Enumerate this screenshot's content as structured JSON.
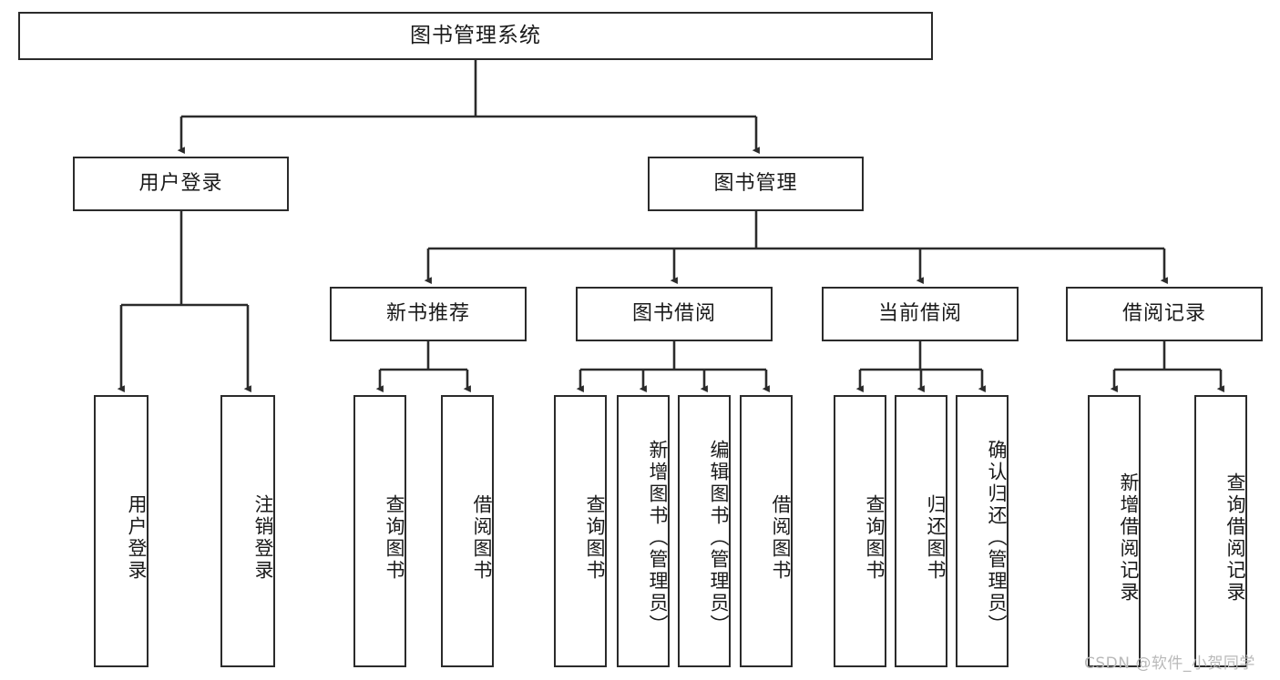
{
  "diagram": {
    "title": "图书管理系统",
    "type": "tree-structure-chart",
    "watermark": "CSDN @软件_小贺同学",
    "colors": {
      "stroke": "#2b2b2b",
      "fill": "#ffffff",
      "text": "#1a1a1a",
      "watermark": "#b9b9b9"
    },
    "nodes": {
      "root": {
        "label": "图书管理系统"
      },
      "level2": [
        {
          "label": "用户登录"
        },
        {
          "label": "图书管理"
        }
      ],
      "level3": [
        {
          "label": "新书推荐"
        },
        {
          "label": "图书借阅"
        },
        {
          "label": "当前借阅"
        },
        {
          "label": "借阅记录"
        }
      ],
      "leaves": {
        "user_login": [
          {
            "label": "用户登录"
          },
          {
            "label": "注销登录"
          }
        ],
        "new_book": [
          {
            "label": "查询图书"
          },
          {
            "label": "借阅图书"
          }
        ],
        "book_borrow": [
          {
            "label": "查询图书"
          },
          {
            "label": "新增图书（管理员）"
          },
          {
            "label": "编辑图书（管理员）"
          },
          {
            "label": "借阅图书"
          }
        ],
        "current_borrow": [
          {
            "label": "查询图书"
          },
          {
            "label": "归还图书"
          },
          {
            "label": "确认归还（管理员）"
          }
        ],
        "borrow_record": [
          {
            "label": "新增借阅记录"
          },
          {
            "label": "查询借阅记录"
          }
        ]
      }
    }
  }
}
